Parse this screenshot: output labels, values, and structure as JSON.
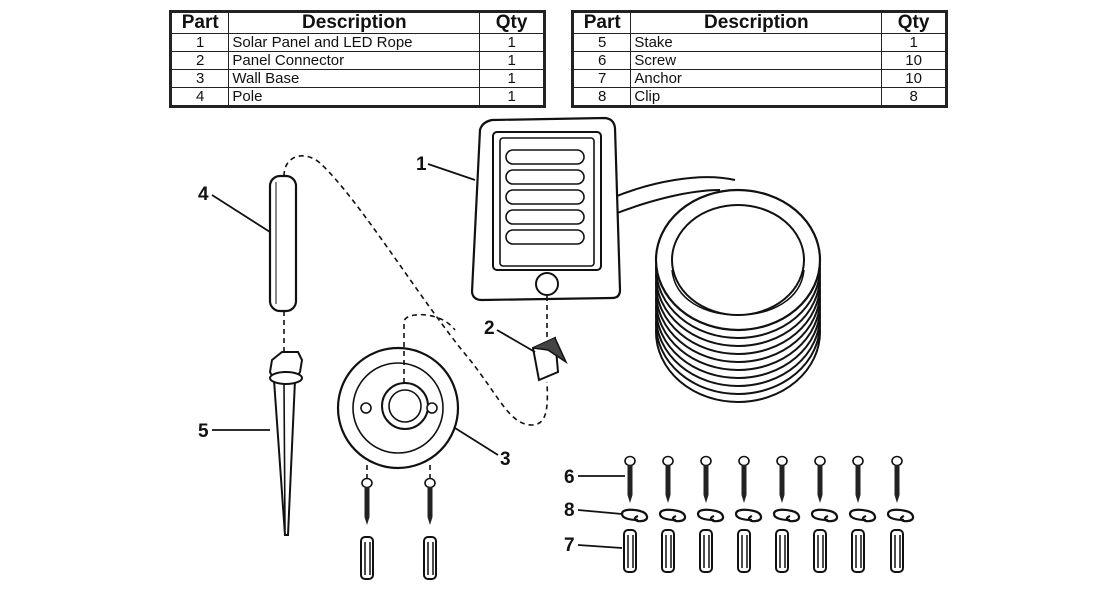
{
  "tables": [
    {
      "headers": {
        "part": "Part",
        "description": "Description",
        "qty": "Qty"
      },
      "rows": [
        {
          "part": "1",
          "description": "Solar Panel and LED Rope",
          "qty": "1"
        },
        {
          "part": "2",
          "description": "Panel Connector",
          "qty": "1"
        },
        {
          "part": "3",
          "description": "Wall Base",
          "qty": "1"
        },
        {
          "part": "4",
          "description": "Pole",
          "qty": "1"
        }
      ]
    },
    {
      "headers": {
        "part": "Part",
        "description": "Description",
        "qty": "Qty"
      },
      "rows": [
        {
          "part": "5",
          "description": "Stake",
          "qty": "1"
        },
        {
          "part": "6",
          "description": "Screw",
          "qty": "10"
        },
        {
          "part": "7",
          "description": "Anchor",
          "qty": "10"
        },
        {
          "part": "8",
          "description": "Clip",
          "qty": "8"
        }
      ]
    }
  ],
  "callouts": {
    "c1": "1",
    "c2": "2",
    "c3": "3",
    "c4": "4",
    "c5": "5",
    "c6": "6",
    "c7": "7",
    "c8": "8"
  }
}
